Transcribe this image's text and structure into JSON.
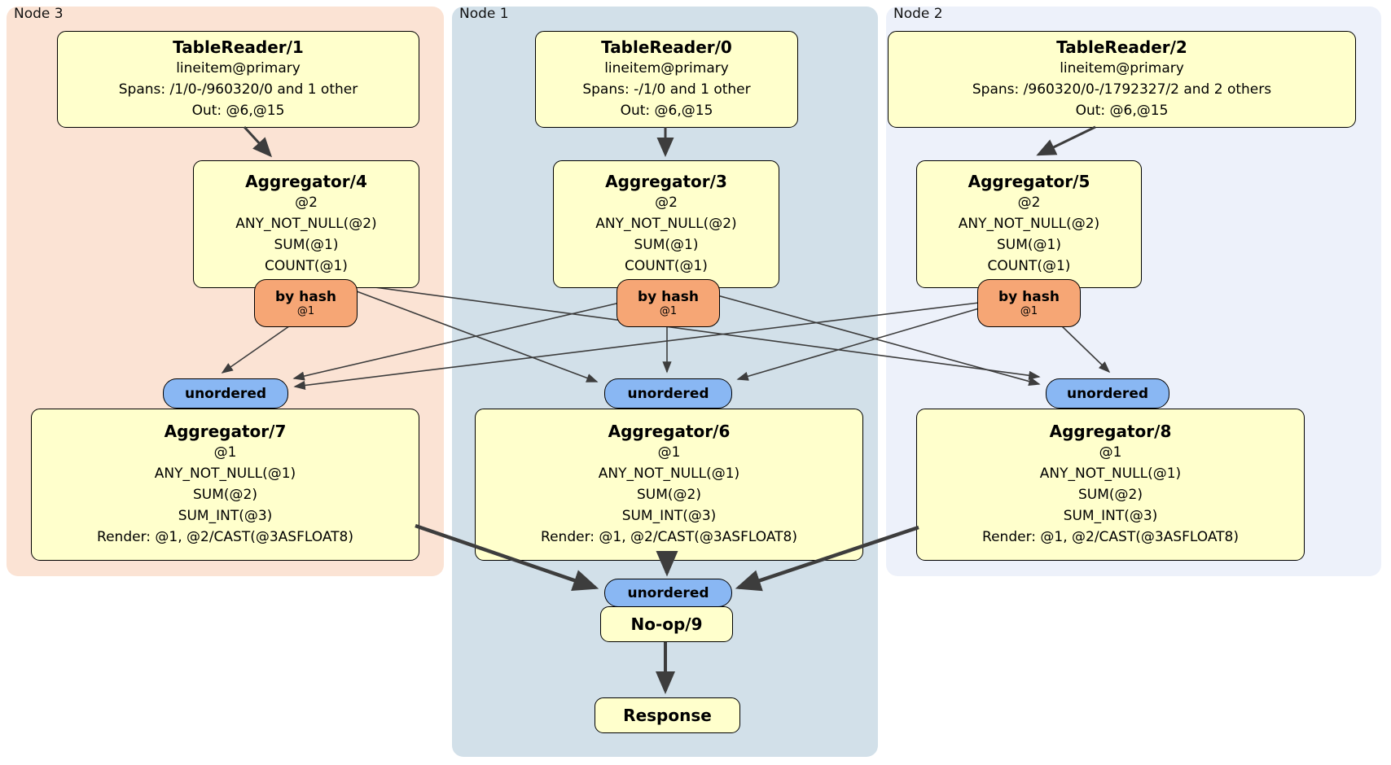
{
  "diagram_type": "distributed SQL physical plan",
  "colors": {
    "page_background": "#ffffff",
    "region_node3": "#fbe3d4",
    "region_node1": "#d2e0e9",
    "region_node2": "#edf1fa",
    "processor_fill": "#ffffcc",
    "router_fill": "#f6a675",
    "sync_fill": "#89b7f3",
    "edge_color": "#3d3d3d"
  },
  "regions": {
    "node3": {
      "label": "Node 3"
    },
    "node1": {
      "label": "Node 1"
    },
    "node2": {
      "label": "Node 2"
    }
  },
  "processors": {
    "tablereader1": {
      "title": "TableReader/1",
      "lines": [
        "lineitem@primary",
        "Spans: /1/0-/960320/0 and 1 other",
        "Out: @6,@15"
      ]
    },
    "tablereader0": {
      "title": "TableReader/0",
      "lines": [
        "lineitem@primary",
        "Spans: -/1/0 and 1 other",
        "Out: @6,@15"
      ]
    },
    "tablereader2": {
      "title": "TableReader/2",
      "lines": [
        "lineitem@primary",
        "Spans: /960320/0-/1792327/2 and 2 others",
        "Out: @6,@15"
      ]
    },
    "aggregator4": {
      "title": "Aggregator/4",
      "lines": [
        "@2",
        "ANY_NOT_NULL(@2)",
        "SUM(@1)",
        "COUNT(@1)"
      ]
    },
    "aggregator3": {
      "title": "Aggregator/3",
      "lines": [
        "@2",
        "ANY_NOT_NULL(@2)",
        "SUM(@1)",
        "COUNT(@1)"
      ]
    },
    "aggregator5": {
      "title": "Aggregator/5",
      "lines": [
        "@2",
        "ANY_NOT_NULL(@2)",
        "SUM(@1)",
        "COUNT(@1)"
      ]
    },
    "aggregator7": {
      "title": "Aggregator/7",
      "lines": [
        "@1",
        "ANY_NOT_NULL(@1)",
        "SUM(@2)",
        "SUM_INT(@3)",
        "Render: @1, @2/CAST(@3ASFLOAT8)"
      ]
    },
    "aggregator6": {
      "title": "Aggregator/6",
      "lines": [
        "@1",
        "ANY_NOT_NULL(@1)",
        "SUM(@2)",
        "SUM_INT(@3)",
        "Render: @1, @2/CAST(@3ASFLOAT8)"
      ]
    },
    "aggregator8": {
      "title": "Aggregator/8",
      "lines": [
        "@1",
        "ANY_NOT_NULL(@1)",
        "SUM(@2)",
        "SUM_INT(@3)",
        "Render: @1, @2/CAST(@3ASFLOAT8)"
      ]
    },
    "noop9": {
      "title": "No-op/9"
    },
    "response": {
      "title": "Response"
    }
  },
  "routers": {
    "by_hash_4": {
      "label": "by hash",
      "detail": "@1"
    },
    "by_hash_3": {
      "label": "by hash",
      "detail": "@1"
    },
    "by_hash_5": {
      "label": "by hash",
      "detail": "@1"
    }
  },
  "syncs": {
    "unordered_7": {
      "label": "unordered"
    },
    "unordered_6": {
      "label": "unordered"
    },
    "unordered_8": {
      "label": "unordered"
    },
    "unordered_9": {
      "label": "unordered"
    }
  }
}
